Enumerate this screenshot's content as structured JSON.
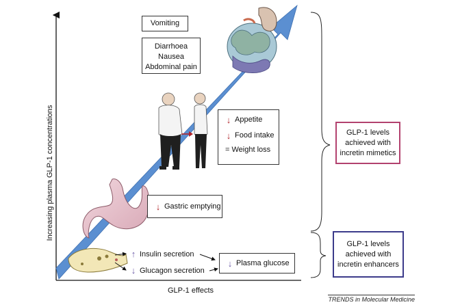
{
  "axes": {
    "y_label": "Increasing plasma GLP-1 concentrations",
    "x_label": "GLP-1 effects"
  },
  "effects": {
    "vomiting": "Vomiting",
    "gi_symptoms": [
      "Diarrhoea",
      "Nausea",
      "Abdominal pain"
    ],
    "appetite_box": {
      "lines": [
        {
          "symbol": "down-red",
          "text": "Appetite"
        },
        {
          "symbol": "down-red",
          "text": "Food intake"
        },
        {
          "symbol": "equals",
          "text": "= Weight loss"
        }
      ]
    },
    "gastric": {
      "symbol": "down-red",
      "text": "Gastric emptying"
    },
    "secretion": [
      {
        "symbol": "up-purple",
        "text": "Insulin secretion"
      },
      {
        "symbol": "down-purple",
        "text": "Glucagon secretion"
      }
    ],
    "glucose": {
      "symbol": "down-purple",
      "text": "Plasma glucose"
    }
  },
  "brackets": {
    "mimetics": "GLP-1 levels achieved with incretin mimetics",
    "mimetics_lines": [
      "GLP-1 levels",
      "achieved with",
      "incretin mimetics"
    ],
    "enhancers_lines": [
      "GLP-1 levels",
      "achieved with",
      "incretin enhancers"
    ]
  },
  "colors": {
    "diagonal_arrow": "#5b8fd1",
    "mimetics_border": "#b2416e",
    "enhancers_border": "#3b3a8a",
    "red_arrow": "#b0252b",
    "purple_arrow": "#6a5aa6"
  },
  "credit": "TRENDS in Molecular Medicine"
}
